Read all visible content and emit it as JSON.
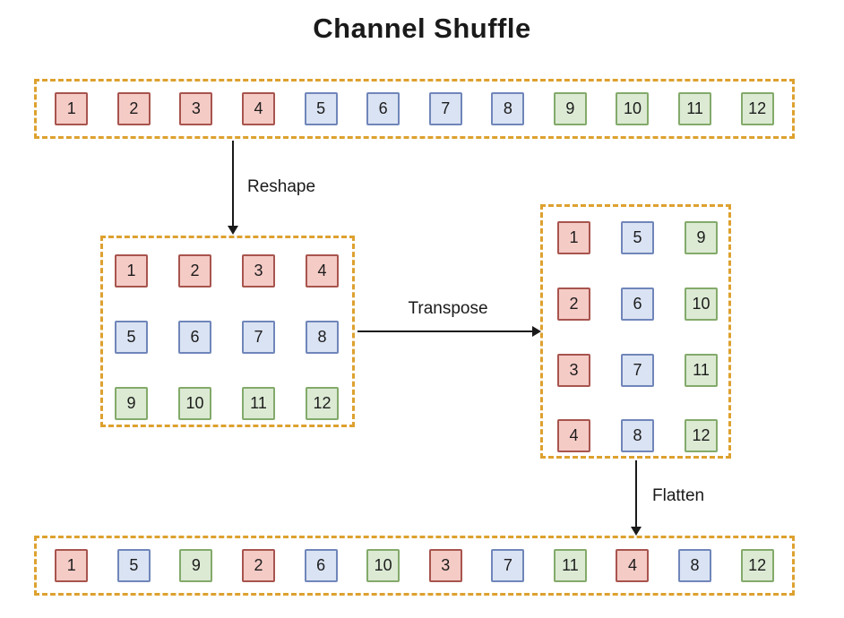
{
  "title": "Channel Shuffle",
  "colors": {
    "red_fill": "#f5cbc6",
    "red_border": "#a8544e",
    "blue_fill": "#dae3f3",
    "blue_border": "#7086ba",
    "green_fill": "#dcead4",
    "green_border": "#83aa6a",
    "container_border": "#dda12f",
    "arrow_color": "#1a1a1a",
    "text_color": "#1a1a1a"
  },
  "arrows": [
    {
      "id": "reshape",
      "label": "Reshape"
    },
    {
      "id": "transpose",
      "label": "Transpose"
    },
    {
      "id": "flatten",
      "label": "Flatten"
    }
  ],
  "input_row": {
    "cells": [
      {
        "value": "1",
        "color": "red"
      },
      {
        "value": "2",
        "color": "red"
      },
      {
        "value": "3",
        "color": "red"
      },
      {
        "value": "4",
        "color": "red"
      },
      {
        "value": "5",
        "color": "blue"
      },
      {
        "value": "6",
        "color": "blue"
      },
      {
        "value": "7",
        "color": "blue"
      },
      {
        "value": "8",
        "color": "blue"
      },
      {
        "value": "9",
        "color": "green"
      },
      {
        "value": "10",
        "color": "green"
      },
      {
        "value": "11",
        "color": "green"
      },
      {
        "value": "12",
        "color": "green"
      }
    ]
  },
  "reshape_grid": {
    "columns": 4,
    "cells": [
      {
        "value": "1",
        "color": "red"
      },
      {
        "value": "2",
        "color": "red"
      },
      {
        "value": "3",
        "color": "red"
      },
      {
        "value": "4",
        "color": "red"
      },
      {
        "value": "5",
        "color": "blue"
      },
      {
        "value": "6",
        "color": "blue"
      },
      {
        "value": "7",
        "color": "blue"
      },
      {
        "value": "8",
        "color": "blue"
      },
      {
        "value": "9",
        "color": "green"
      },
      {
        "value": "10",
        "color": "green"
      },
      {
        "value": "11",
        "color": "green"
      },
      {
        "value": "12",
        "color": "green"
      }
    ]
  },
  "transpose_grid": {
    "columns": 3,
    "cells": [
      {
        "value": "1",
        "color": "red"
      },
      {
        "value": "5",
        "color": "blue"
      },
      {
        "value": "9",
        "color": "green"
      },
      {
        "value": "2",
        "color": "red"
      },
      {
        "value": "6",
        "color": "blue"
      },
      {
        "value": "10",
        "color": "green"
      },
      {
        "value": "3",
        "color": "red"
      },
      {
        "value": "7",
        "color": "blue"
      },
      {
        "value": "11",
        "color": "green"
      },
      {
        "value": "4",
        "color": "red"
      },
      {
        "value": "8",
        "color": "blue"
      },
      {
        "value": "12",
        "color": "green"
      }
    ]
  },
  "output_row": {
    "cells": [
      {
        "value": "1",
        "color": "red"
      },
      {
        "value": "5",
        "color": "blue"
      },
      {
        "value": "9",
        "color": "green"
      },
      {
        "value": "2",
        "color": "red"
      },
      {
        "value": "6",
        "color": "blue"
      },
      {
        "value": "10",
        "color": "green"
      },
      {
        "value": "3",
        "color": "red"
      },
      {
        "value": "7",
        "color": "blue"
      },
      {
        "value": "11",
        "color": "green"
      },
      {
        "value": "4",
        "color": "red"
      },
      {
        "value": "8",
        "color": "blue"
      },
      {
        "value": "12",
        "color": "green"
      }
    ]
  }
}
